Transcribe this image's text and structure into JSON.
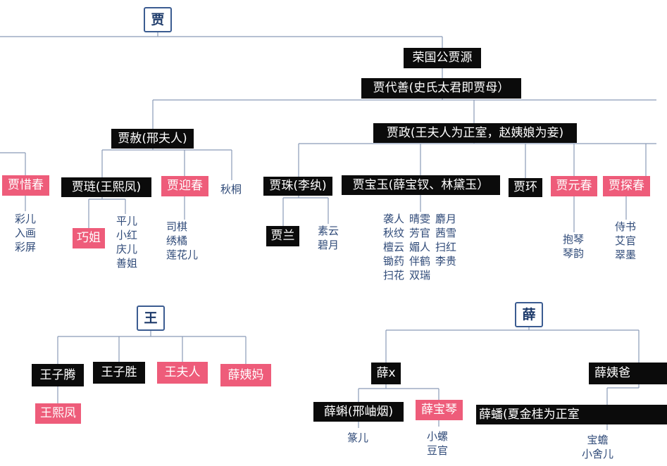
{
  "colors": {
    "dark_node": "#0b0b0b",
    "pink_node": "#ee5c7a",
    "line": "#8a9bb8",
    "servant_text": "#2f4a78",
    "surname_border": "#3b5c91"
  },
  "jia": {
    "surname": "贾",
    "rongguo": "荣国公贾源",
    "daishan": "贾代善(史氏太君即贾母）",
    "she": "贾赦(邢夫人)",
    "zheng": "贾政(王夫人为正室，赵姨娘为妾)",
    "xichun": "贾惜春",
    "xichun_servants": "彩儿\n入画\n彩屏",
    "lian": "贾琏(王熙凤)",
    "qiaojie": "巧姐",
    "lian_servants": "平儿\n小红\n庆儿\n善姐",
    "yingchun": "贾迎春",
    "yingchun_servants": "司棋\n绣橘\n莲花儿",
    "qiutong": "秋桐",
    "zhu": "贾珠(李纨)",
    "lan": "贾兰",
    "zhu_servants": "素云\n碧月",
    "baoyu": "贾宝玉(薛宝钗、林黛玉）",
    "baoyu_servants_1": "袭人\n秋纹\n檀云\n锄药\n扫花",
    "baoyu_servants_2": "晴雯\n芳官\n媚人\n伴鹤\n双瑞",
    "baoyu_servants_3": "麝月\n茜雪\n扫红\n李贵",
    "huan": "贾环",
    "yuanchun": "贾元春",
    "yuanchun_servants": "抱琴\n琴韵",
    "tanchun": "贾探春",
    "tanchun_servants": "侍书\n艾官\n翠墨"
  },
  "wang": {
    "surname": "王",
    "ziteng": "王子腾",
    "zisheng": "王子胜",
    "furen": "王夫人",
    "yima": "薛姨妈",
    "xifeng": "王熙凤"
  },
  "xue": {
    "surname": "薛",
    "x": "薛x",
    "yiba": "薛姨爸",
    "ke": "薛蝌(邢岫烟)",
    "ke_servants": "篆儿",
    "baochai": "薛宝琴",
    "baochai_servants": "小螺\n豆官",
    "pan": "薛蟠(夏金桂为正室",
    "pan_servants": "宝蟾\n小舍儿"
  }
}
